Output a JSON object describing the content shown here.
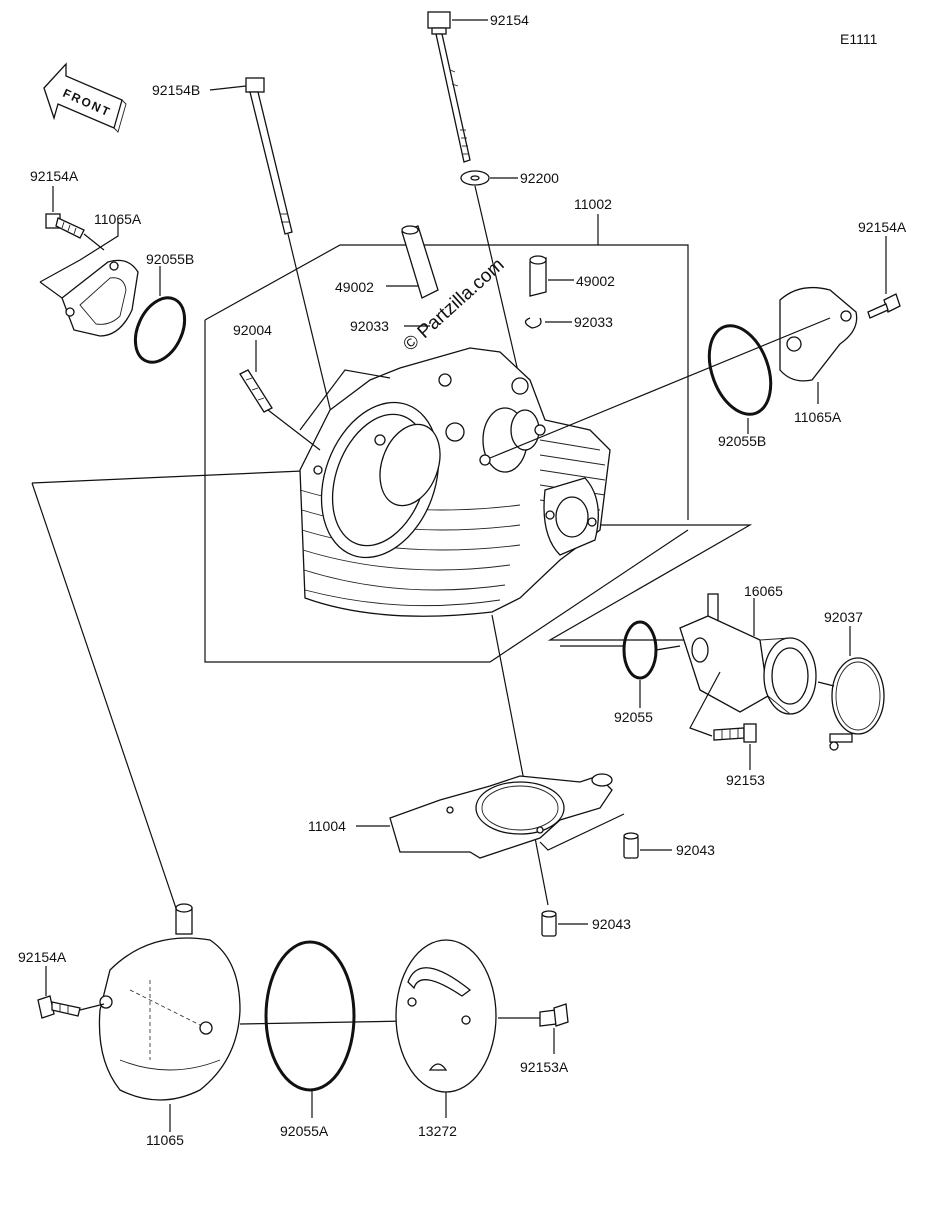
{
  "diagram": {
    "code": "E1111",
    "watermark": "© Partzilla.com",
    "front_label": "FRONT",
    "labels": {
      "p92154_top": "92154",
      "p92154b": "92154B",
      "p92200": "92200",
      "p11002": "11002",
      "p92154a_left": "92154A",
      "p11065a_left": "11065A",
      "p92055b_left": "92055B",
      "p49002_left": "49002",
      "p49002_right": "49002",
      "p92033_left": "92033",
      "p92033_right": "92033",
      "p92004": "92004",
      "p92154a_right": "92154A",
      "p11065a_right": "11065A",
      "p92055b_right": "92055B",
      "p16065": "16065",
      "p92037": "92037",
      "p92055": "92055",
      "p92153": "92153",
      "p11004": "11004",
      "p92043_upper": "92043",
      "p92043_lower": "92043",
      "p92154a_bottom": "92154A",
      "p92153a": "92153A",
      "p11065": "11065",
      "p92055a": "92055A",
      "p13272": "13272"
    }
  }
}
